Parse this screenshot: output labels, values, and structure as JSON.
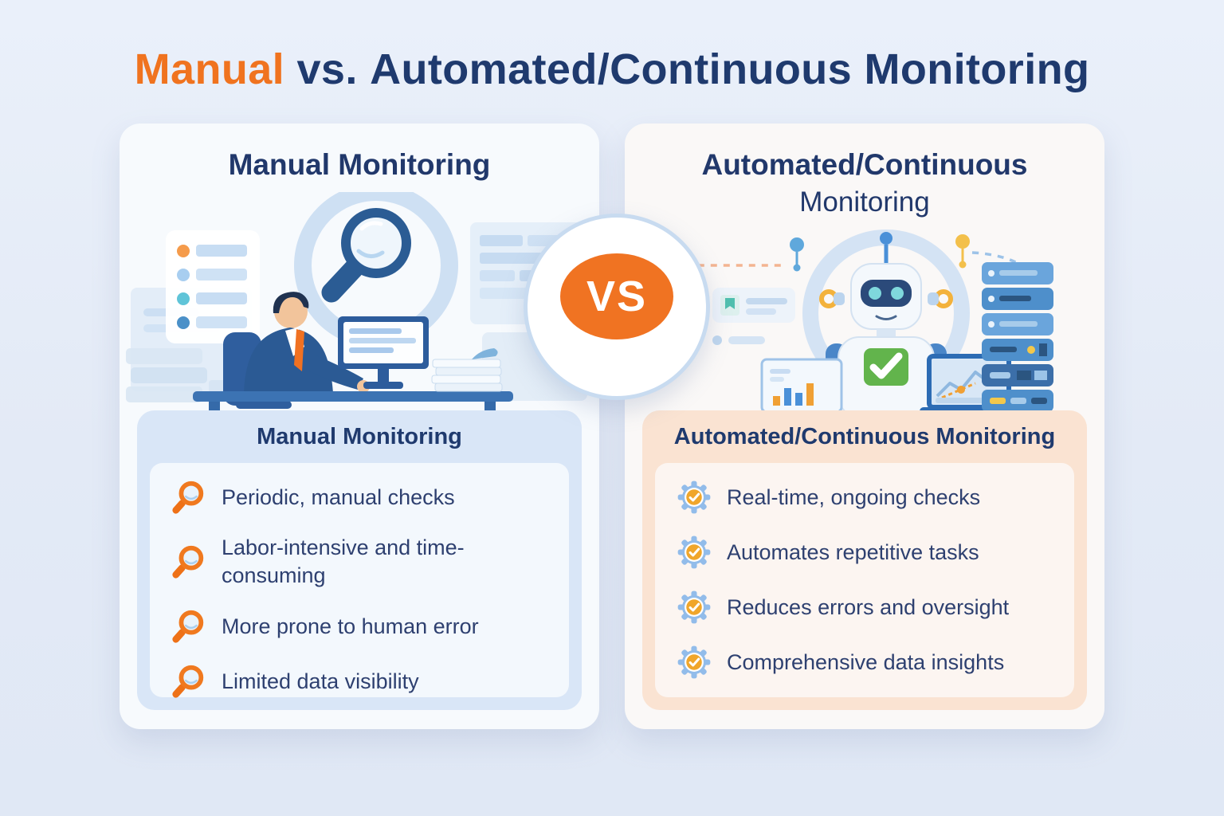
{
  "title": {
    "highlight": "Manual",
    "middle": " vs. ",
    "rest": "Automated/Continuous Monitoring"
  },
  "vs_label": "VS",
  "left": {
    "heading": "Manual Monitoring",
    "panel_title": "Manual Monitoring",
    "bullet_icon": "magnifier-icon",
    "items": [
      "Periodic, manual checks",
      "Labor-intensive and time-consuming",
      "More prone to human error",
      "Limited data visibility"
    ],
    "scene_icons": [
      "magnifier-icon",
      "analyst-at-desk",
      "desktop-monitor",
      "paper-stack",
      "checklist-card"
    ]
  },
  "right": {
    "heading_line1": "Automated/Continuous",
    "heading_line2": "Monitoring",
    "panel_title": "Automated/Continuous Monitoring",
    "bullet_icon": "gear-check-icon",
    "items": [
      "Real-time, ongoing checks",
      "Automates repetitive tasks",
      "Reduces errors and oversight",
      "Comprehensive data insights"
    ],
    "scene_icons": [
      "robot",
      "check-badge",
      "bar-chart-monitor",
      "line-chart-laptop",
      "server-rack"
    ]
  },
  "colors": {
    "background": "#E4EAF7",
    "accent_orange": "#F07322",
    "heading_navy": "#1F3A6E",
    "body_text_navy": "#2E4070",
    "panel_blue": "#D9E6F7",
    "panel_peach": "#FAE3D2",
    "card_white": "#F8FAFD",
    "gear_blue": "#92BCEA",
    "gear_center_orange": "#F0A62B",
    "check_green": "#62B44C",
    "magnifier_orange": "#F0791F",
    "illustration_blue": "#2B5A94"
  }
}
